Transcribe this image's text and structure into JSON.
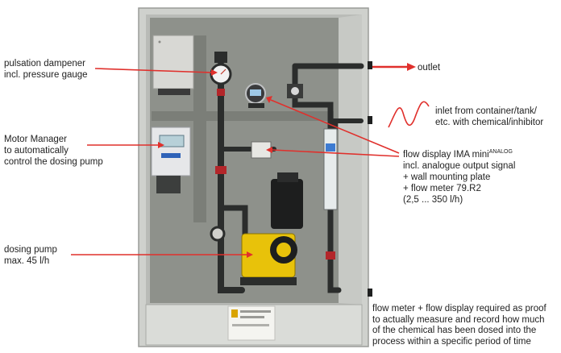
{
  "labels": {
    "pulsation": [
      "pulsation dampener",
      "incl. pressure gauge"
    ],
    "motor": [
      "Motor Manager",
      "to automatically",
      "control the dosing pump"
    ],
    "dosing": [
      "dosing pump",
      "max. 45 l/h"
    ],
    "outlet": "outlet",
    "inlet": [
      "inlet from container/tank/",
      "etc. with chemical/inhibitor"
    ],
    "flow_display": {
      "line1_main": "flow display IMA mini",
      "line1_sup": "ANALOG",
      "lines": [
        "incl. analogue output signal",
        "+ wall mounting plate",
        "+ flow meter 79.R2",
        "(2,5 ... 350 l/h)"
      ]
    },
    "note": [
      "flow meter + flow display required as proof",
      "to actually measure and record how much",
      "of the chemical has been dosed into the",
      "process within a specific period of time"
    ]
  },
  "colors": {
    "arrow": "#e0302c",
    "cabinet": "#d2d4d0",
    "panel": "#8f928c",
    "pipe": "#2b2d2c",
    "pump_yellow": "#e8c20a"
  }
}
